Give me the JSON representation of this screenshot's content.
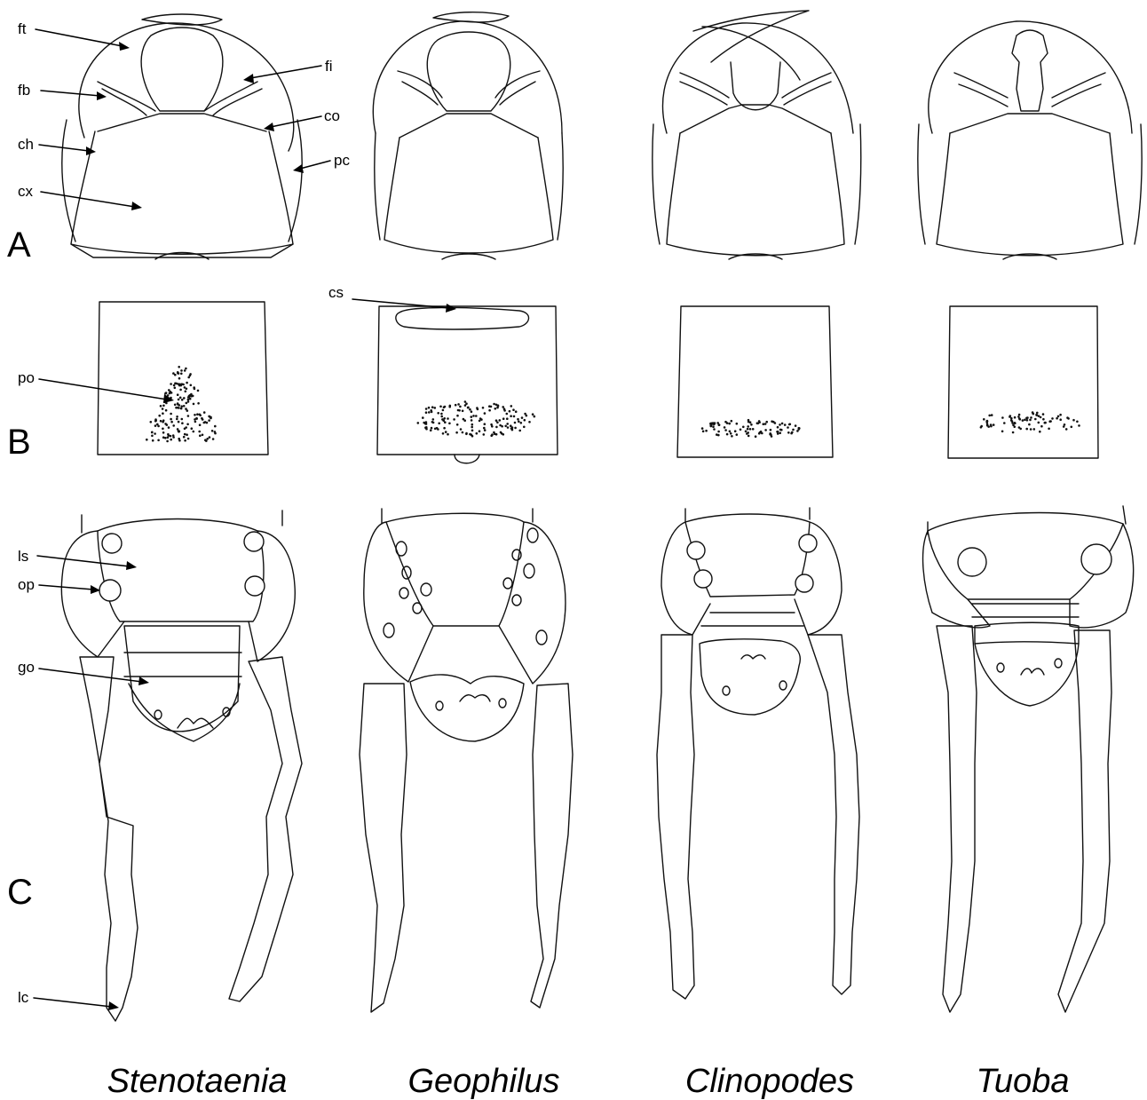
{
  "row_labels": [
    "A",
    "B",
    "C"
  ],
  "genera": [
    "Stenotaenia",
    "Geophilus",
    "Clinopodes",
    "Tuoba"
  ],
  "labels": {
    "ft": "ft",
    "fi": "fi",
    "fb": "fb",
    "co": "co",
    "ch": "ch",
    "pc": "pc",
    "cx": "cx",
    "cs": "cs",
    "po": "po",
    "ls": "ls",
    "op": "op",
    "go": "go",
    "lc": "lc"
  }
}
